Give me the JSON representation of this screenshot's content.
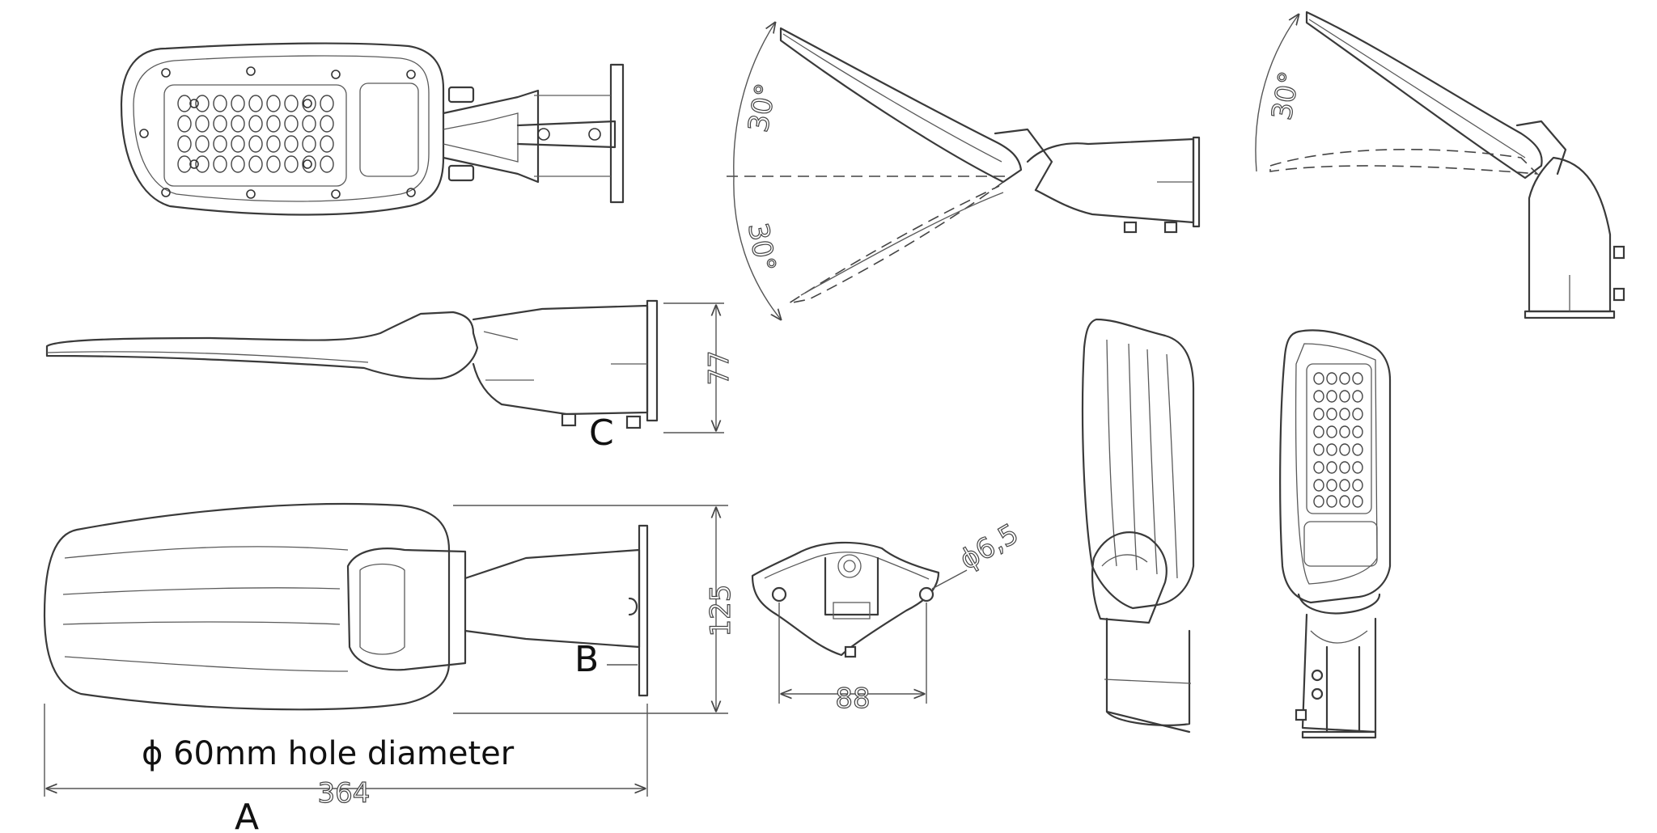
{
  "labels": {
    "view_a": "A",
    "view_b": "B",
    "view_c": "C"
  },
  "dimensions": {
    "length": "364",
    "width": "125",
    "height": "77",
    "bracket_width": "88",
    "hole": "ϕ6,5",
    "tilt_up": "30°",
    "tilt_down": "30°",
    "tilt_up_right": "30°"
  },
  "note": "ϕ 60mm hole diameter"
}
